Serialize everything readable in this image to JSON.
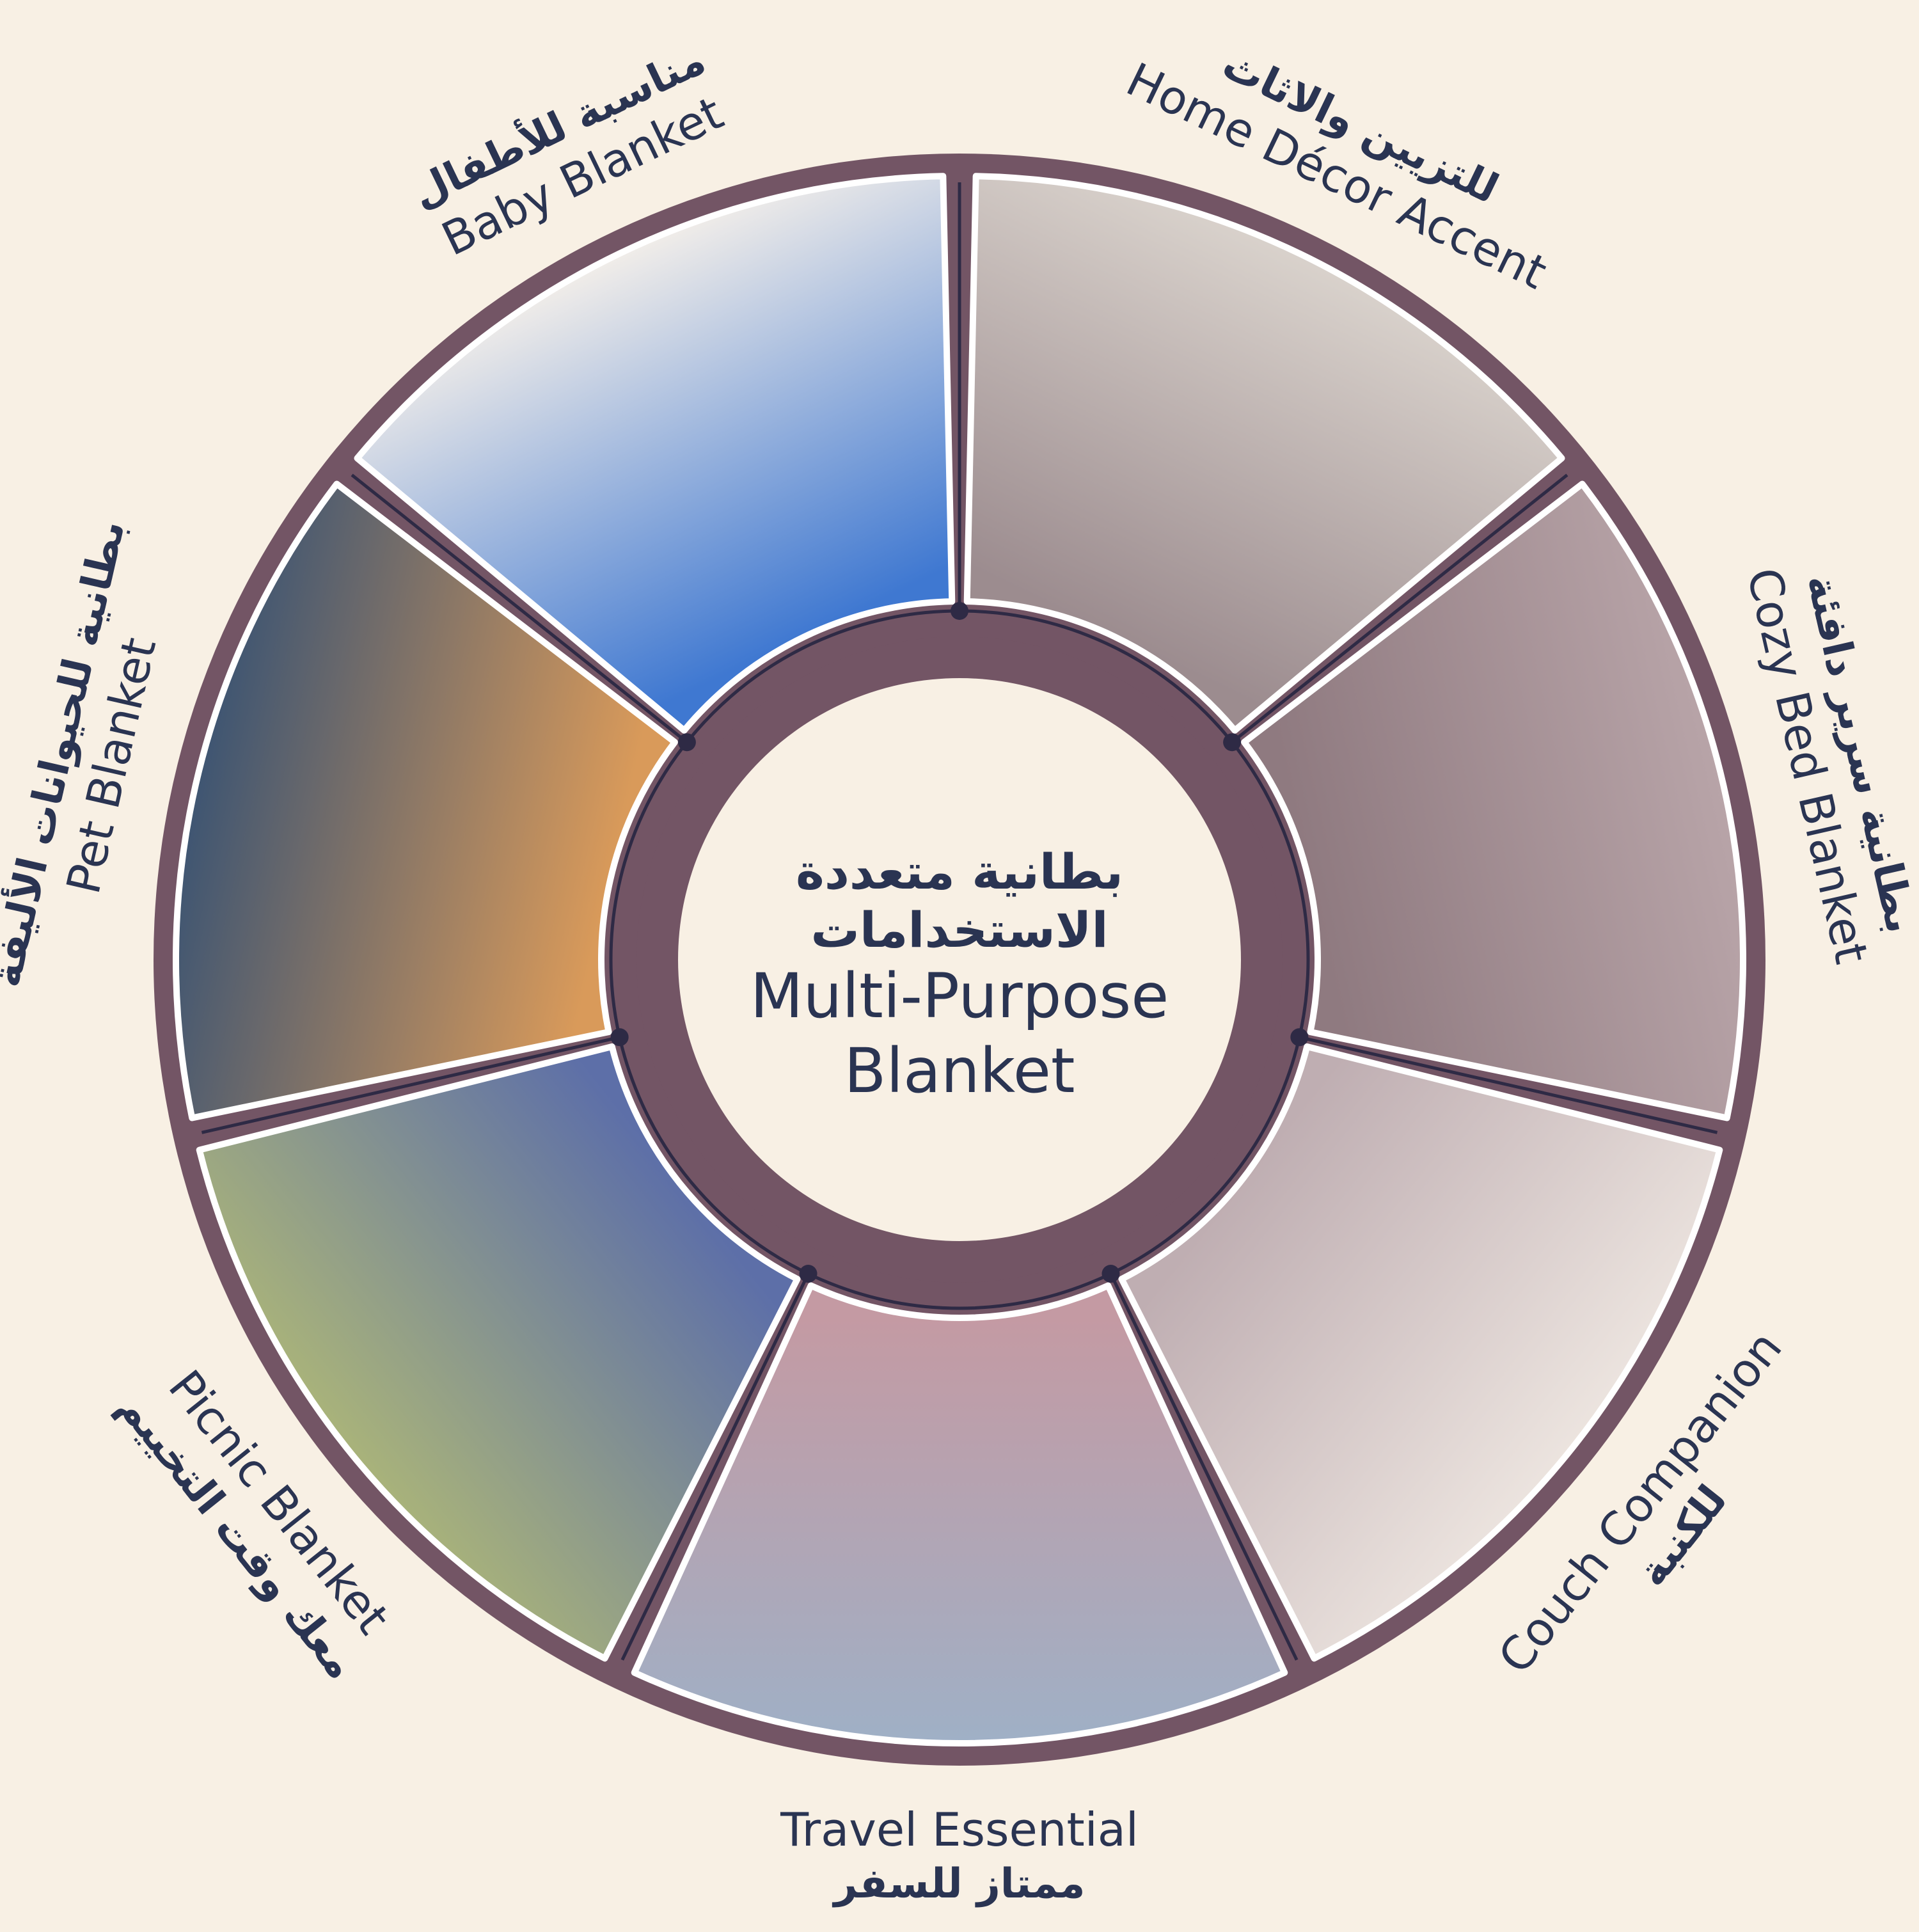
{
  "center": {
    "title_ar_line1": "بطانية متعددة",
    "title_ar_line2": "الاستخدامات",
    "title_en_line1": "Multi-Purpose",
    "title_en_line2": "Blanket"
  },
  "segments": [
    {
      "key": "home-decor",
      "en": "Home Décor Accent",
      "ar": "للتزيين والاثاث",
      "photo": "bedroom-bed-photo",
      "palette": [
        "#d9d2cc",
        "#9c8c8f"
      ]
    },
    {
      "key": "cozy-bed",
      "en": "Cozy Bed Blanket",
      "ar": "بطانية سرير دافئة",
      "photo": "knit-blanket-swirl-photo",
      "palette": [
        "#b8a4a8",
        "#8f7a80"
      ]
    },
    {
      "key": "couch",
      "en": "Couch Companion",
      "ar": "للكنبة",
      "photo": "sofa-throw-photo",
      "palette": [
        "#ece4df",
        "#bfaeb2"
      ]
    },
    {
      "key": "travel",
      "en": "Travel Essential",
      "ar": "ممتاز للسفر",
      "photo": "airplane-travel-photo",
      "palette": [
        "#9fb0c6",
        "#c49aa3"
      ]
    },
    {
      "key": "picnic",
      "en": "Picnic Blanket",
      "ar": "معك وقت التخييم",
      "photo": "picnic-outdoor-photo",
      "palette": [
        "#a9b37a",
        "#5d6fa8"
      ]
    },
    {
      "key": "pet",
      "en": "Pet Blanket",
      "ar": "بطانية للحيوانات الأليفة",
      "photo": "cat-blanket-photo",
      "palette": [
        "#3e5572",
        "#d99a5a"
      ]
    },
    {
      "key": "baby",
      "en": "Baby Blanket",
      "ar": "مناسبة للأطفال",
      "photo": "sleeping-baby-photo",
      "palette": [
        "#f1ede9",
        "#3f78d1"
      ]
    }
  ],
  "colors": {
    "background": "#f8f0e4",
    "ring": "#735565",
    "inner_ring": "#f8f0e4",
    "navy_text": "#2a3452",
    "divider": "#2e2a45",
    "photo_border": "#ffffff"
  }
}
